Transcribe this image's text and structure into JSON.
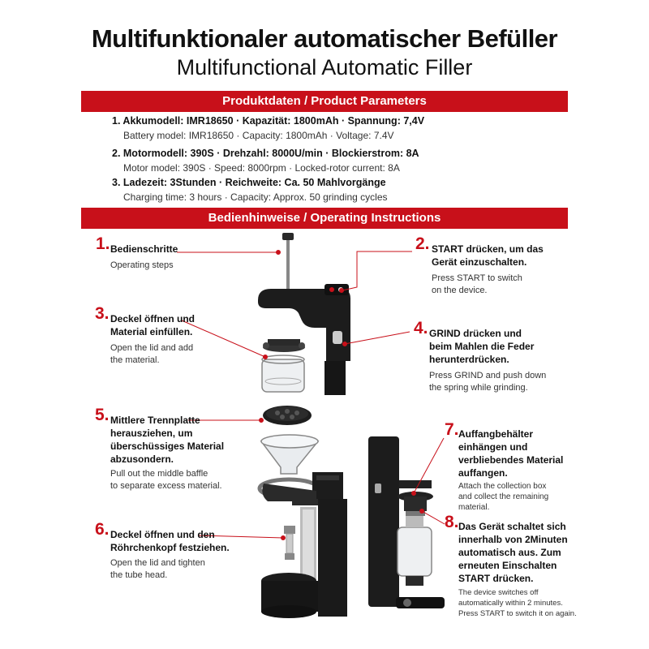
{
  "header": {
    "title_de": "Multifunktionaler automatischer Befüller",
    "title_en": "Multifunctional Automatic Filler"
  },
  "sections": {
    "params_title": "Produktdaten / Product Parameters",
    "instructions_title": "Bedienhinweise / Operating Instructions"
  },
  "params": [
    {
      "de": "1. Akkumodell: IMR18650 · Kapazität: 1800mAh · Spannung: 7,4V",
      "en": "Battery model: IMR18650 · Capacity: 1800mAh · Voltage: 7.4V"
    },
    {
      "de": "2. Motormodell: 390S · Drehzahl: 8000U/min · Blockierstrom: 8A",
      "en": "Motor model: 390S · Speed: 8000rpm · Locked-rotor current: 8A"
    },
    {
      "de": "3. Ladezeit: 3Stunden · Reichweite: Ca. 50 Mahlvorgänge",
      "en": "Charging time: 3 hours · Capacity: Approx. 50 grinding cycles"
    }
  ],
  "steps": [
    {
      "num": "1.",
      "de": [
        "Bedienschritte"
      ],
      "en": [
        "Operating steps"
      ]
    },
    {
      "num": "2.",
      "de": [
        "START drücken, um das",
        "Gerät einzuschalten."
      ],
      "en": [
        "Press START to switch",
        "on the device."
      ]
    },
    {
      "num": "3.",
      "de": [
        "Deckel öffnen und",
        "Material einfüllen."
      ],
      "en": [
        "Open the lid and add",
        "the material."
      ]
    },
    {
      "num": "4.",
      "de": [
        "GRIND drücken und",
        "beim Mahlen die Feder",
        "herunterdrücken."
      ],
      "en": [
        "Press GRIND and push down",
        "the spring while grinding."
      ]
    },
    {
      "num": "5.",
      "de": [
        "Mittlere Trennplatte",
        "herausziehen, um",
        "überschüssiges Material",
        "abzusondern."
      ],
      "en": [
        "Pull out the middle baffle",
        "to separate excess material."
      ]
    },
    {
      "num": "6.",
      "de": [
        "Deckel öffnen und den",
        "Röhrchenkopf festziehen."
      ],
      "en": [
        "Open the lid and tighten",
        "the tube head."
      ]
    },
    {
      "num": "7.",
      "de": [
        "Auffangbehälter",
        "einhängen und",
        "verbliebendes Material",
        "auffangen."
      ],
      "en": [
        "Attach the collection box",
        "and collect the remaining",
        "material."
      ]
    },
    {
      "num": "8.",
      "de": [
        "Das Gerät schaltet sich",
        "innerhalb von 2Minuten",
        "automatisch aus. Zum",
        "erneuten Einschalten",
        "START drücken."
      ],
      "en": [
        "The device switches off",
        "automatically within 2 minutes.",
        "Press START to switch it on again."
      ]
    }
  ],
  "colors": {
    "accent": "#c8101a",
    "device": "#1c1c1c"
  }
}
